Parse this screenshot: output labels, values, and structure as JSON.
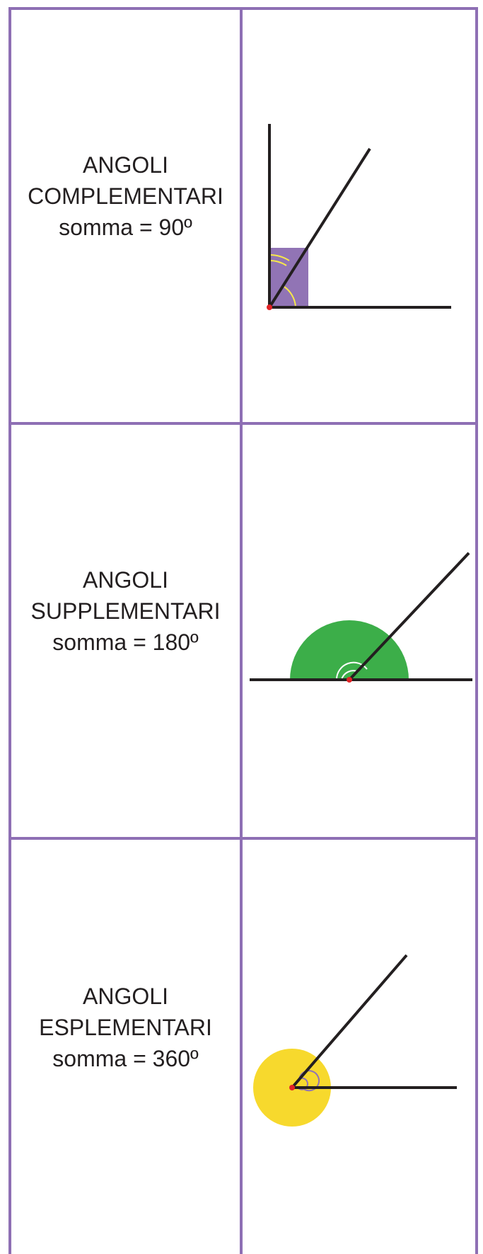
{
  "colors": {
    "border": "#8e6fb4",
    "line": "#231f20",
    "vertex": "#e22326",
    "complementary_fill": "#9174b5",
    "supplementary_fill": "#3cae49",
    "explementary_fill": "#f7d92d",
    "arc_yellow": "#f7e84a",
    "arc_white": "#ffffff",
    "arc_purple": "#9174b5"
  },
  "rows": [
    {
      "id": "complementari",
      "title": "ANGOLI",
      "subtitle": "COMPLEMENTARI",
      "sum_label": "somma = 90º",
      "angle_total_deg": 90
    },
    {
      "id": "supplementari",
      "title": "ANGOLI",
      "subtitle": "SUPPLEMENTARI",
      "sum_label": "somma = 180º",
      "angle_total_deg": 180
    },
    {
      "id": "esplementari",
      "title": "ANGOLI",
      "subtitle": "ESPLEMENTARI",
      "sum_label": "somma = 360º",
      "angle_total_deg": 360
    }
  ]
}
